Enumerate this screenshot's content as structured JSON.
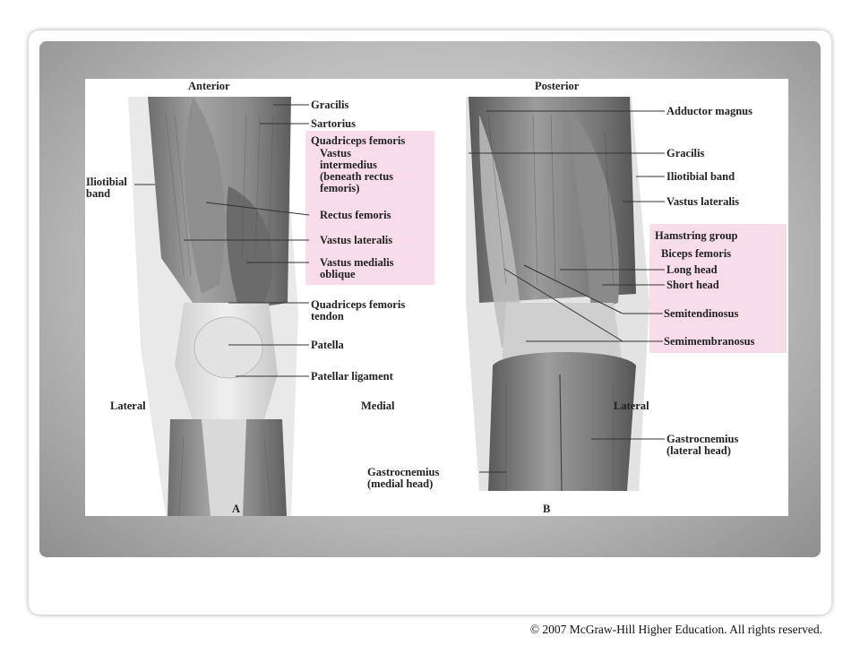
{
  "figure": {
    "panel_a": {
      "heading": "Anterior",
      "letter": "A",
      "side_left": "Lateral",
      "side_right": "Medial",
      "labels": {
        "gracilis": "Gracilis",
        "sartorius": "Sartorius",
        "quadriceps_group": "Quadriceps femoris",
        "vastus_intermedius": "Vastus\nintermedius\n(beneath rectus\nfemoris)",
        "rectus_femoris": "Rectus femoris",
        "vastus_lateralis": "Vastus lateralis",
        "vastus_medialis": "Vastus medialis\noblique",
        "quad_tendon": "Quadriceps femoris\ntendon",
        "patella": "Patella",
        "patellar_ligament": "Patellar ligament",
        "iliotibial_band": "Iliotibial\nband"
      }
    },
    "panel_b": {
      "heading": "Posterior",
      "letter": "B",
      "side_right": "Lateral",
      "labels": {
        "adductor_magnus": "Adductor magnus",
        "gracilis": "Gracilis",
        "iliotibial_band": "Iliotibial band",
        "vastus_lateralis": "Vastus lateralis",
        "hamstring_group": "Hamstring group",
        "biceps_femoris": "Biceps femoris",
        "long_head": "Long head",
        "short_head": "Short head",
        "semitendinosus": "Semitendinosus",
        "semimembranosus": "Semimembranosus",
        "gastroc_lateral": "Gastrocnemius\n(lateral head)",
        "gastroc_medial": "Gastrocnemius\n(medial head)"
      }
    },
    "colors": {
      "highlight_box": "#f9dcea",
      "leader_line": "#333333"
    }
  },
  "footer": {
    "copyright": "© 2007 McGraw-Hill Higher Education.  All rights reserved."
  }
}
